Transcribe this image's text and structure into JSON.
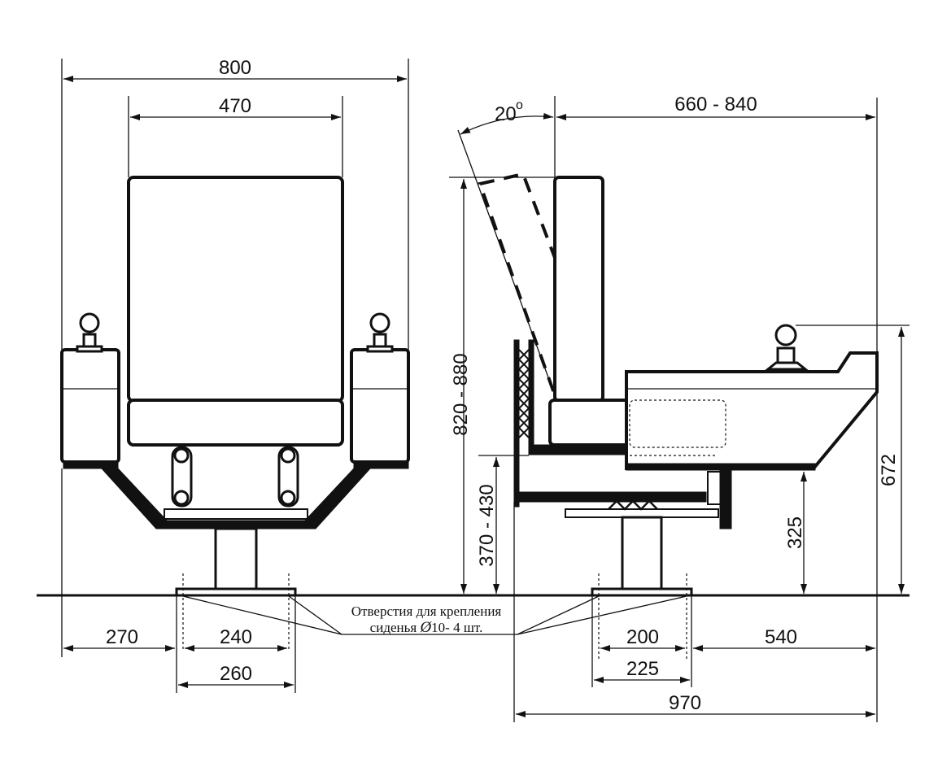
{
  "front_view": {
    "dim_overall_width": "800",
    "dim_seat_width": "470",
    "dim_left_offset": "270",
    "dim_hole_spacing": "240",
    "dim_base_width": "260"
  },
  "side_view": {
    "dim_tilt_angle": "20",
    "dim_tilt_degree": "o",
    "dim_depth_range": "660 - 840",
    "dim_total_height": "820 - 880",
    "dim_seat_height": "370 - 430",
    "dim_armrest_height": "325",
    "dim_armrest_top_height": "672",
    "dim_hole_spacing": "200",
    "dim_front_offset": "540",
    "dim_base_depth": "225",
    "dim_total_depth": "970"
  },
  "mounting_note": {
    "line1": "Отверстия для крепления",
    "line2_prefix": "сиденья ",
    "phi": "Ø",
    "line2_suffix": "10- 4 шт."
  }
}
